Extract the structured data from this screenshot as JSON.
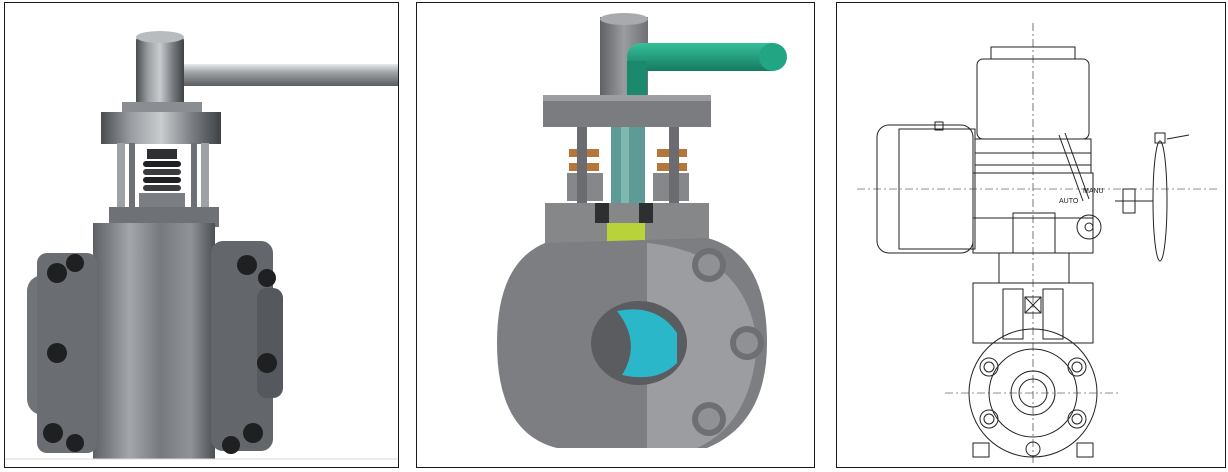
{
  "panels": [
    {
      "id": "photo",
      "kind": "photograph"
    },
    {
      "id": "cutaway",
      "kind": "3d-render"
    },
    {
      "id": "drawing",
      "kind": "line-drawing"
    }
  ],
  "drawing": {
    "auto_label": "AUTO",
    "manu_label": "MANU"
  },
  "colors": {
    "steel": "#8e9296",
    "handle_green": "#1d9a7a",
    "seat_cyan": "#2ab7c9",
    "stem_teal": "#5f9b96",
    "packing_yellow": "#b8d23a",
    "gland_copper": "#b5763a"
  }
}
